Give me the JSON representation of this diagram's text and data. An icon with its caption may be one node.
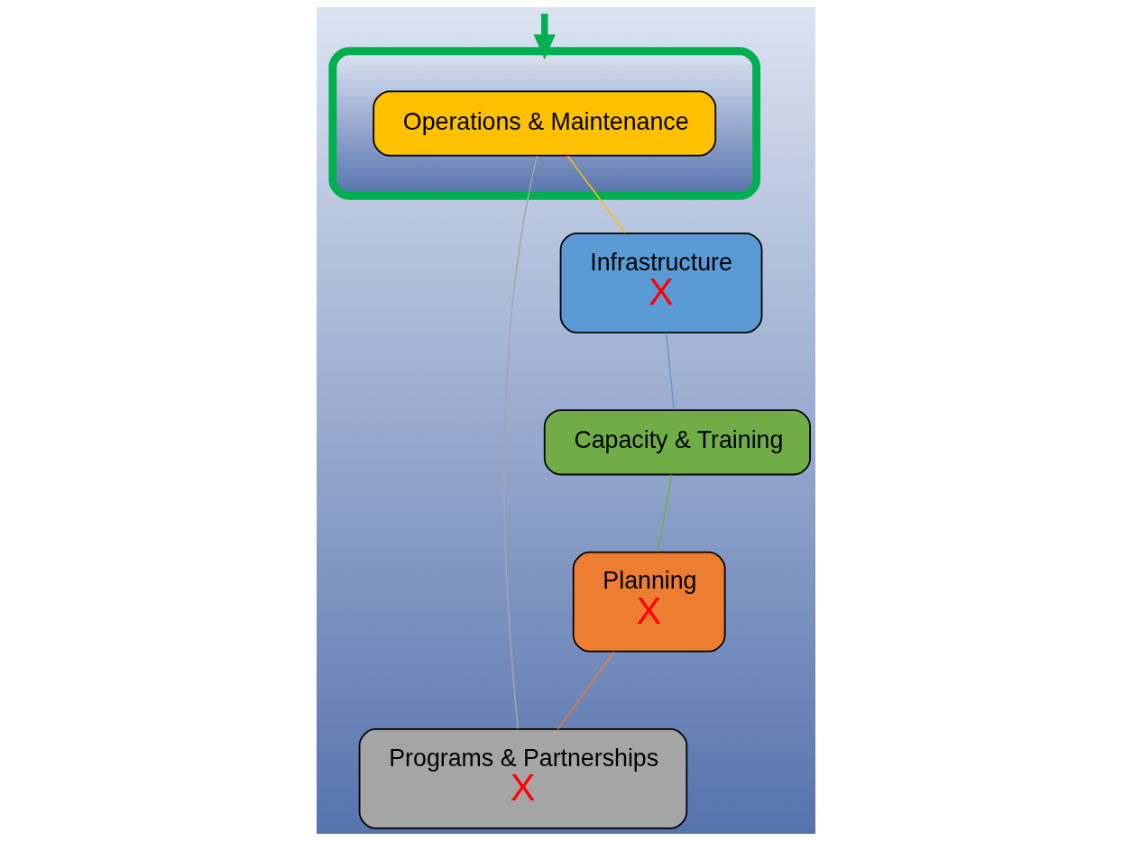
{
  "diagram": {
    "nodes": [
      {
        "text": [
          "Planning",
          "X"
        ]
      },
      {
        "text": [
          "Capacity & Training"
        ]
      },
      {
        "text": [
          "Programs & Partnerships",
          "X"
        ]
      },
      {
        "text": [],
        "shape": "ellipse"
      },
      {
        "text": [
          "Operations & Maintenance"
        ],
        "in": 3
      },
      {
        "text": [
          "Infrastructure",
          "X"
        ]
      }
    ],
    "edges": [
      {
        "from": 0,
        "to": 2,
        "arrow": "none",
        "color": "#ed7d31"
      },
      {
        "from": 2,
        "to": 4,
        "arrow": "none",
        "color": "#a5a5a5"
      },
      {
        "from": 4,
        "to": 5,
        "arrow": "none",
        "color": "#ffc000"
      },
      {
        "from": 5,
        "to": 1,
        "arrow": "none",
        "color": "#5b9bd5"
      },
      {
        "from": 1,
        "to": 0,
        "arrow": "none",
        "color": "#70ad47"
      },
      {
        "from": null,
        "to": 3,
        "arrow": "to",
        "style": "thick",
        "color": "#00b050"
      }
    ]
  }
}
